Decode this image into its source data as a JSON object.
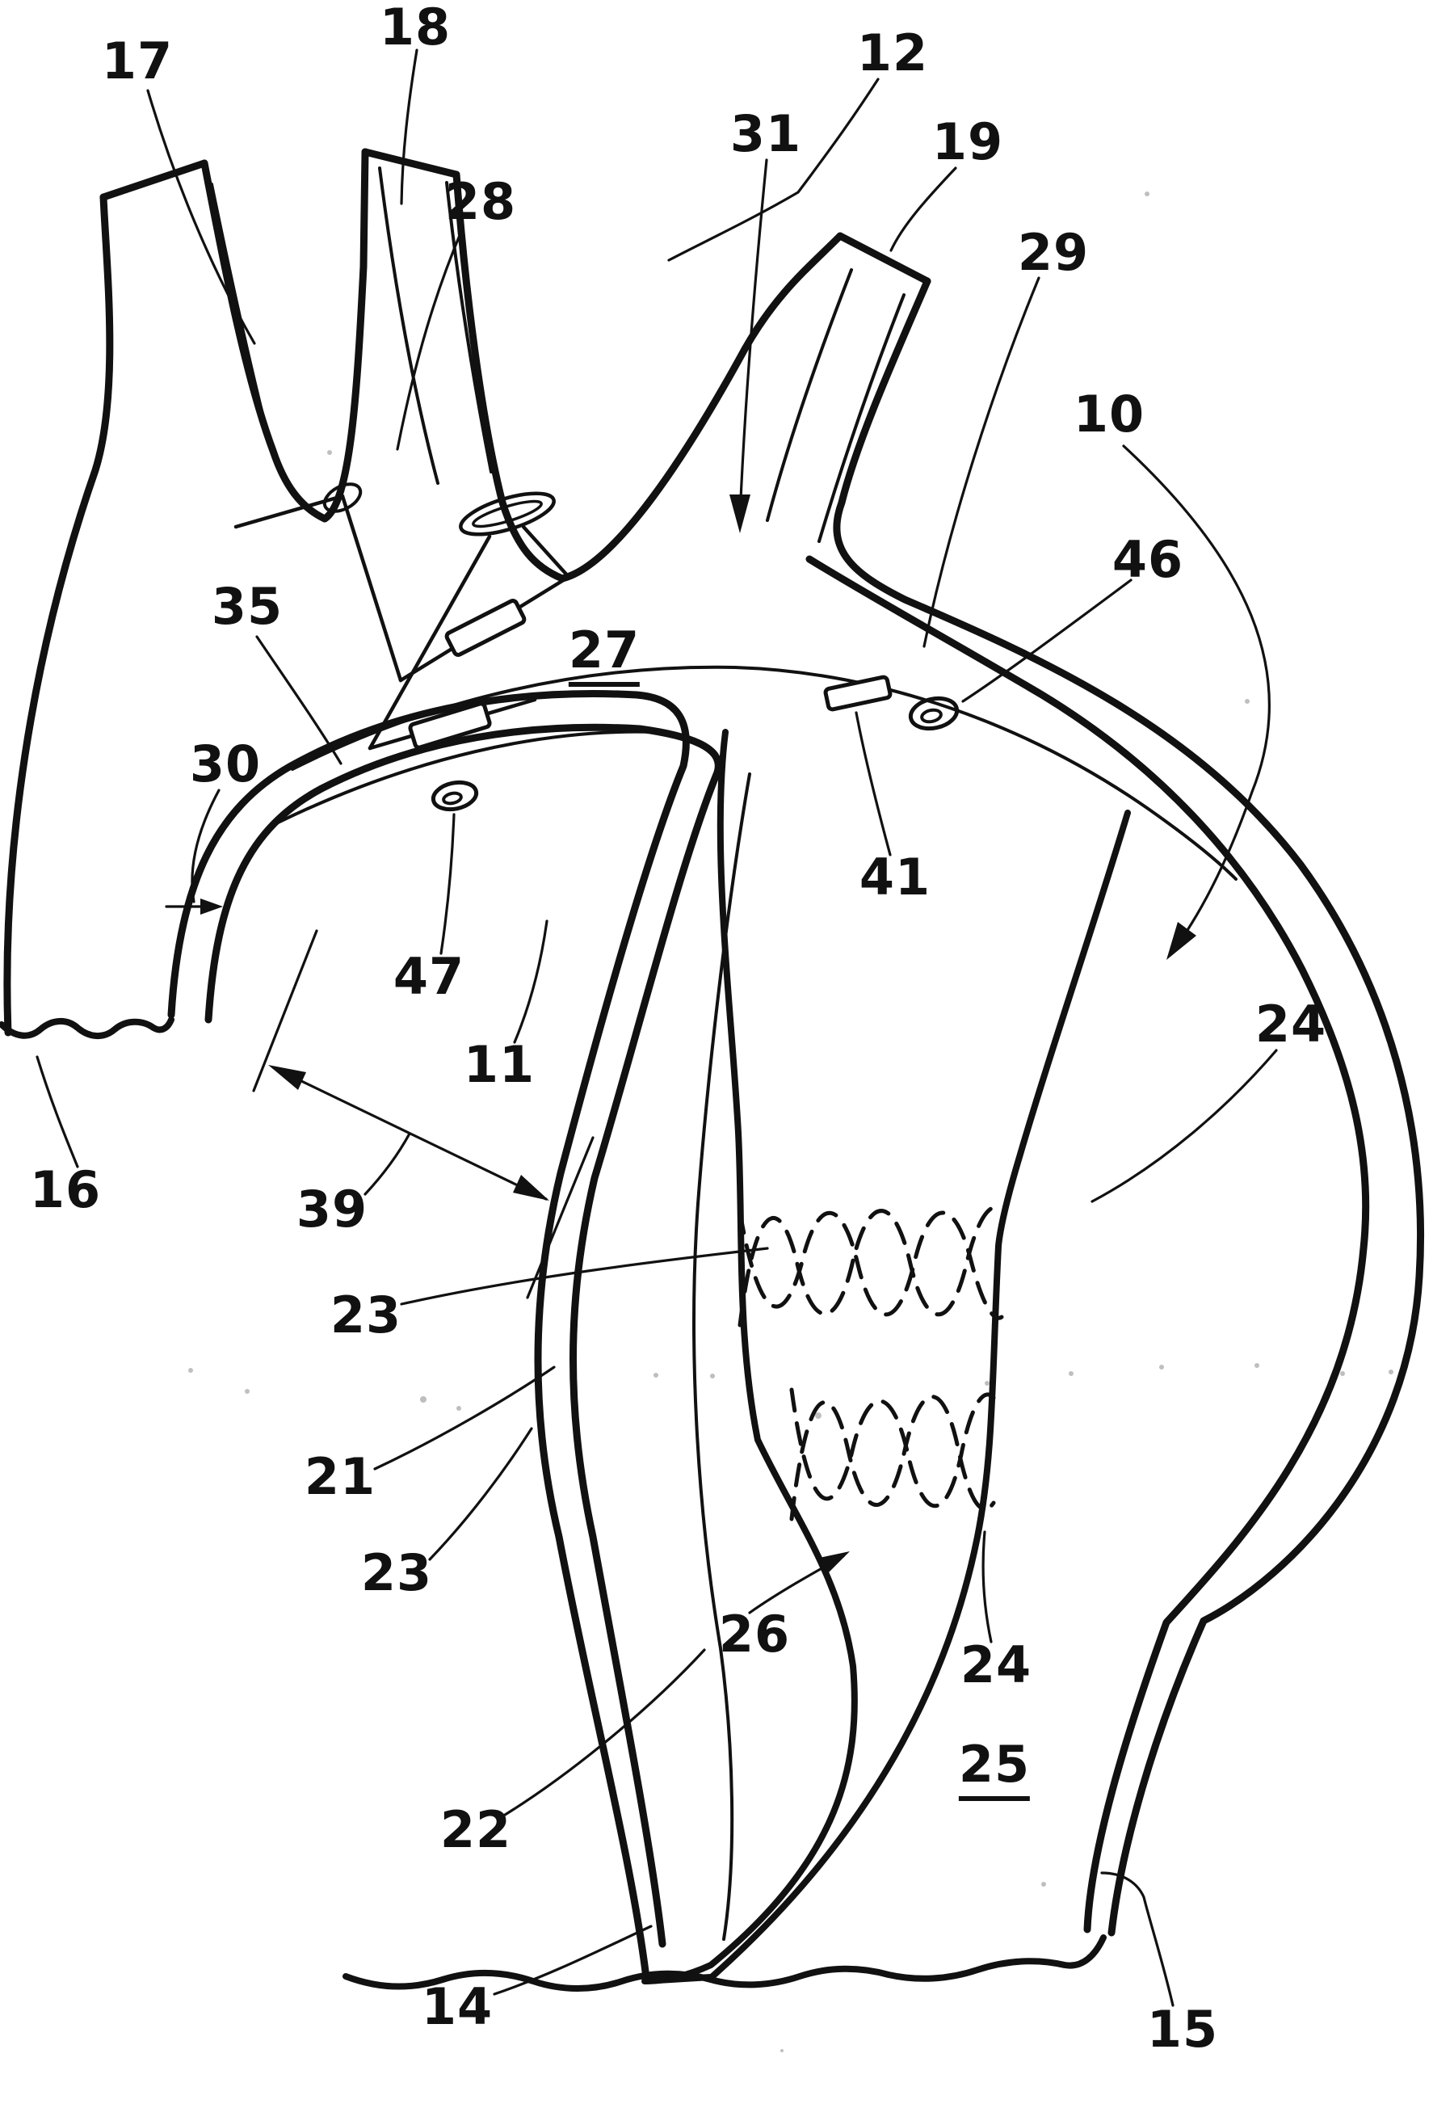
{
  "figure": {
    "type": "patent-line-drawing",
    "subject": "aortic arch with branched stent-graft, zigzag anchor stent, sleeve connectors, ring markers and dashed sinusoid stents",
    "background_color": "#ffffff",
    "ink_color": "#111111",
    "speckle_color": "#8a8a8a"
  },
  "labels": {
    "ref17": {
      "text": "17"
    },
    "ref18": {
      "text": "18"
    },
    "ref28": {
      "text": "28"
    },
    "ref12": {
      "text": "12"
    },
    "ref31": {
      "text": "31"
    },
    "ref19": {
      "text": "19"
    },
    "ref29": {
      "text": "29"
    },
    "ref10": {
      "text": "10"
    },
    "ref46": {
      "text": "46"
    },
    "ref35": {
      "text": "35"
    },
    "ref27": {
      "text": "27"
    },
    "ref30": {
      "text": "30"
    },
    "ref41": {
      "text": "41"
    },
    "ref47": {
      "text": "47"
    },
    "ref11": {
      "text": "11"
    },
    "ref16": {
      "text": "16"
    },
    "ref39": {
      "text": "39"
    },
    "ref23a": {
      "text": "23"
    },
    "ref21": {
      "text": "21"
    },
    "ref23b": {
      "text": "23"
    },
    "ref26": {
      "text": "26"
    },
    "ref24a": {
      "text": "24"
    },
    "ref24b": {
      "text": "24"
    },
    "ref25": {
      "text": "25"
    },
    "ref22": {
      "text": "22"
    },
    "ref14": {
      "text": "14"
    },
    "ref15": {
      "text": "15"
    }
  }
}
